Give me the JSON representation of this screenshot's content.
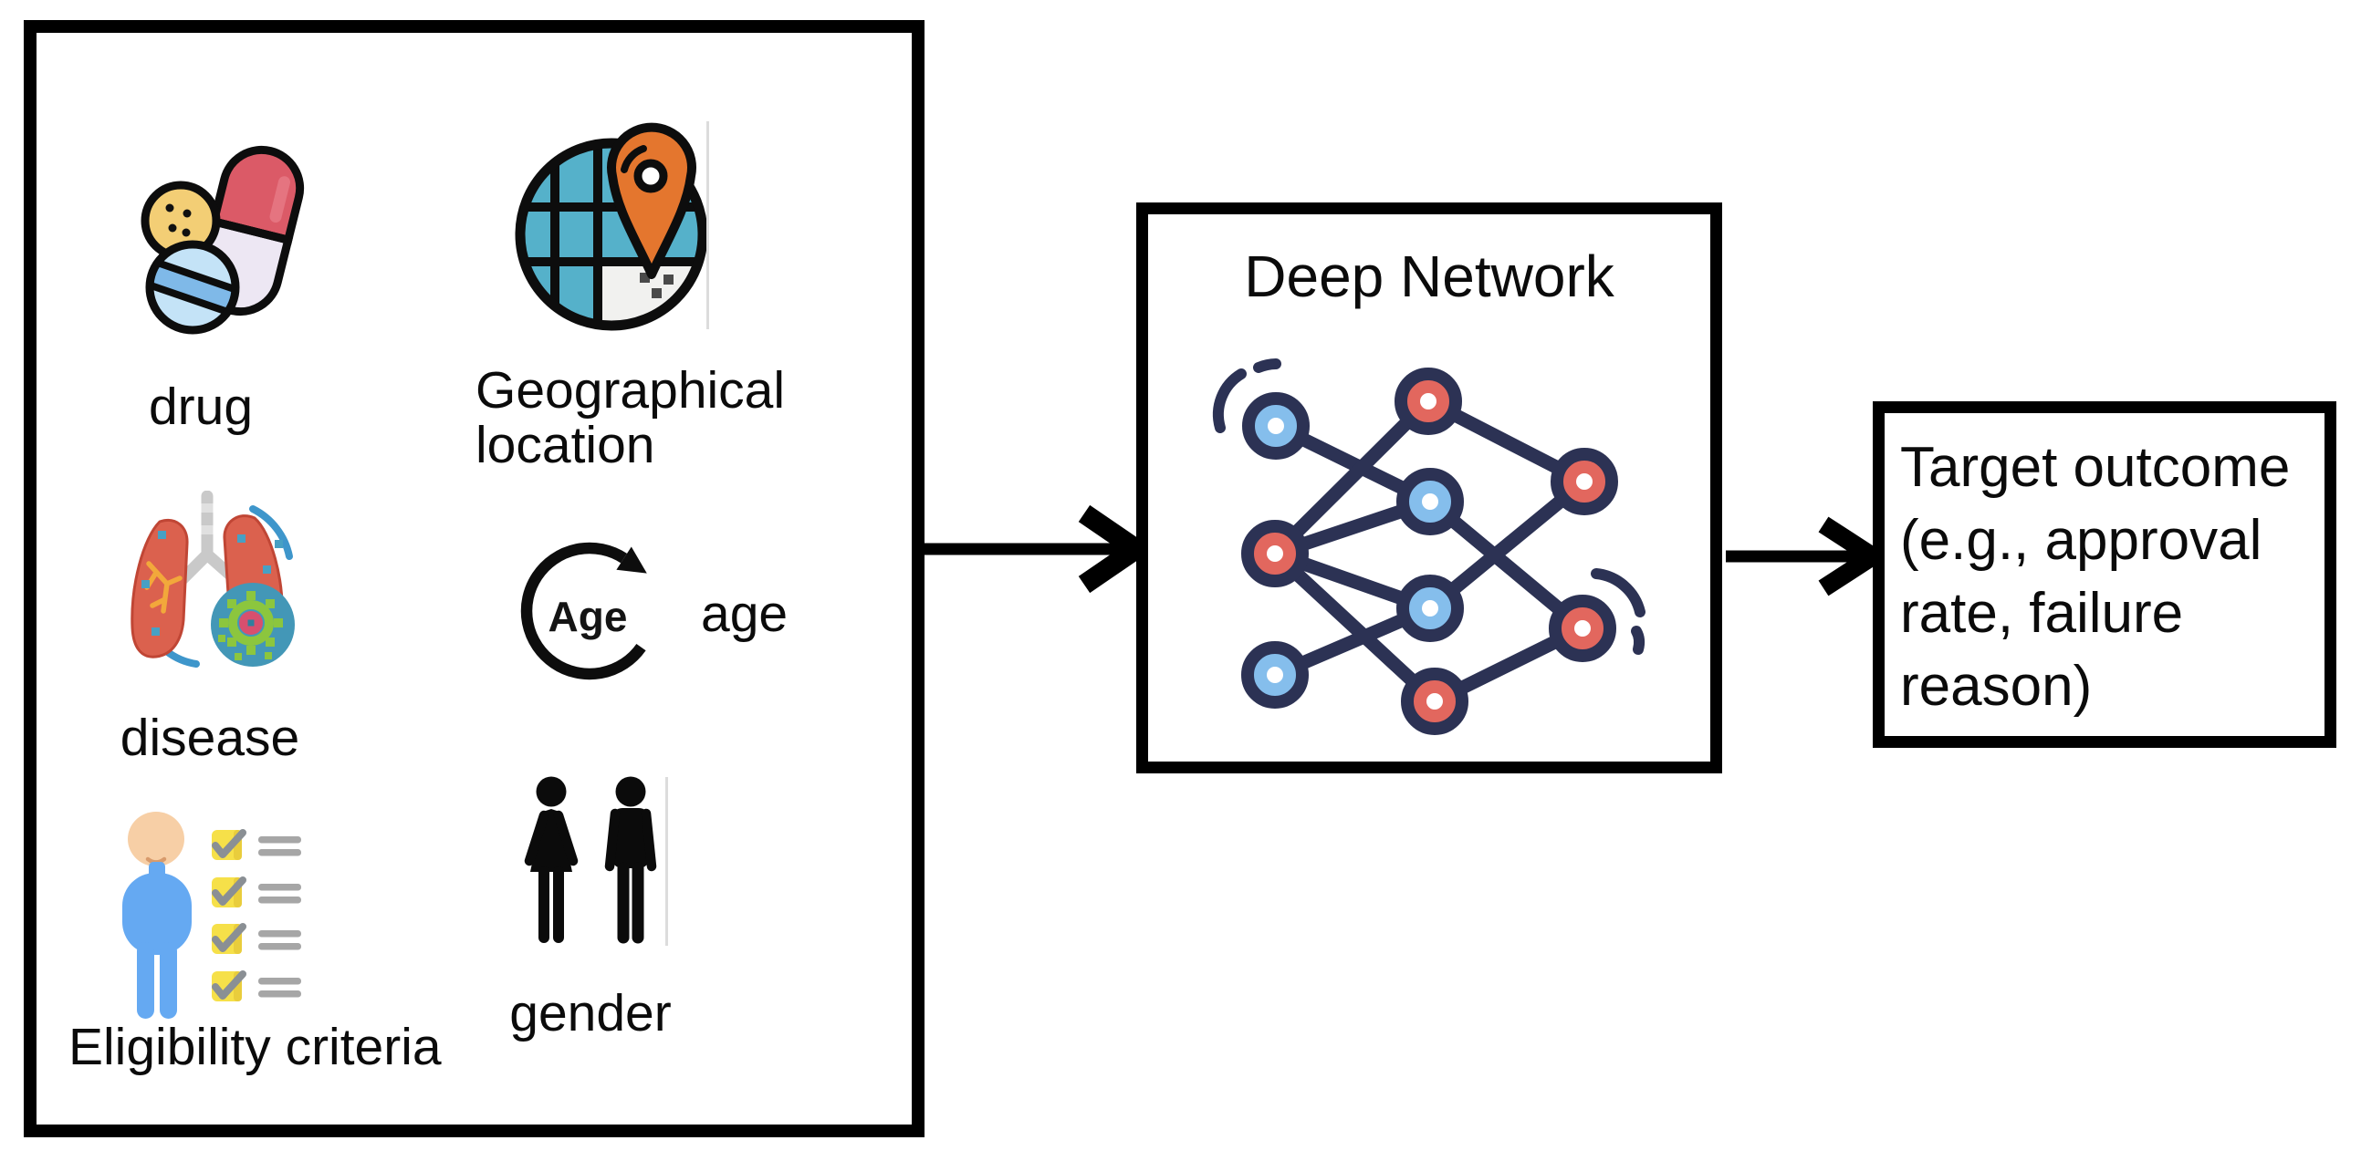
{
  "diagram": {
    "input_box": {
      "items": [
        {
          "label": "drug",
          "icon": "pills-icon"
        },
        {
          "label": "Geographical\nlocation",
          "icon": "globe-location-icon"
        },
        {
          "label": "disease",
          "icon": "lungs-virus-icon"
        },
        {
          "label": "age",
          "icon": "age-cycle-icon",
          "icon_text": "Age"
        },
        {
          "label": "Eligibility criteria",
          "icon": "person-checklist-icon"
        },
        {
          "label": "gender",
          "icon": "male-female-icon"
        }
      ]
    },
    "network_box": {
      "title": "Deep Network",
      "icon": "neural-network-icon"
    },
    "output_box": {
      "text": "Target outcome\n(e.g., approval\nrate, failure\nreason)"
    },
    "colors": {
      "outline_black": "#000000",
      "network_navy": "#2C3254",
      "node_blue": "#85BEEC",
      "node_red": "#E2675E",
      "capsule_red": "#DB5A67",
      "tablet_yellow": "#F3CE75",
      "pill_blue": "#C4E3F7",
      "globe_teal": "#55B1CA",
      "pin_orange": "#E4762E",
      "lung_red": "#DB614E",
      "virus_teal": "#4397B7",
      "virus_green": "#8CC63E",
      "virus_pink": "#D84F6E",
      "body_blue": "#65A9F2",
      "skin": "#F7CFA6",
      "checkbox_yellow": "#F6E049",
      "bar_gray": "#A6A6A6"
    }
  }
}
